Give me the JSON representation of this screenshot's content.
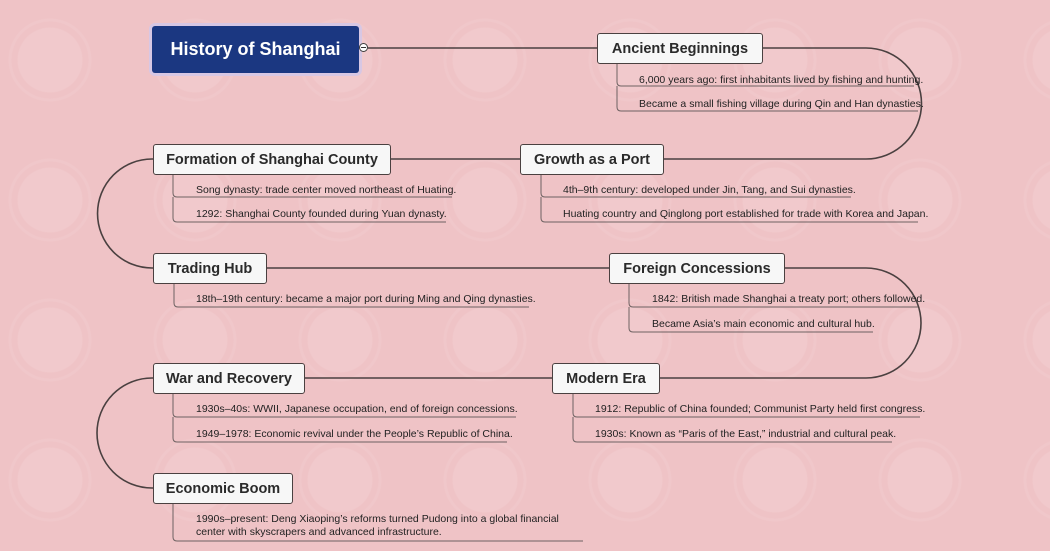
{
  "root": {
    "title": "History of Shanghai",
    "collapse_icon": "minus-circle-icon"
  },
  "colors": {
    "background": "#efc3c6",
    "root_fill": "#1b3781",
    "topic_fill": "#f7f7f7",
    "line": "#4a4040"
  },
  "topics": [
    {
      "title": "Ancient Beginnings",
      "details": [
        "6,000 years ago: first inhabitants lived by fishing and hunting.",
        "Became a small fishing village during Qin and Han dynasties."
      ]
    },
    {
      "title": "Growth as a Port",
      "details": [
        "4th–9th century: developed under Jin, Tang, and Sui dynasties.",
        "Huating country and Qinglong port established for trade with Korea and Japan."
      ]
    },
    {
      "title": "Formation of Shanghai County",
      "details": [
        "Song dynasty: trade center moved northeast of Huating.",
        "1292: Shanghai County founded during Yuan dynasty."
      ]
    },
    {
      "title": "Trading Hub",
      "details": [
        "18th–19th century: became a major port during Ming and Qing dynasties."
      ]
    },
    {
      "title": "Foreign Concessions",
      "details": [
        "1842: British made Shanghai a treaty port; others followed.",
        "Became Asia’s main economic and cultural hub."
      ]
    },
    {
      "title": "Modern Era",
      "details": [
        "1912: Republic of China founded; Communist Party held first congress.",
        "1930s: Known as “Paris of the East,” industrial and cultural peak."
      ]
    },
    {
      "title": "War and Recovery",
      "details": [
        "1930s–40s: WWII, Japanese occupation, end of foreign concessions.",
        "1949–1978: Economic revival under the People’s Republic of China."
      ]
    },
    {
      "title": "Economic Boom",
      "details": [
        "1990s–present: Deng Xiaoping’s reforms turned Pudong into a global financial center with skyscrapers and advanced infrastructure."
      ]
    }
  ]
}
